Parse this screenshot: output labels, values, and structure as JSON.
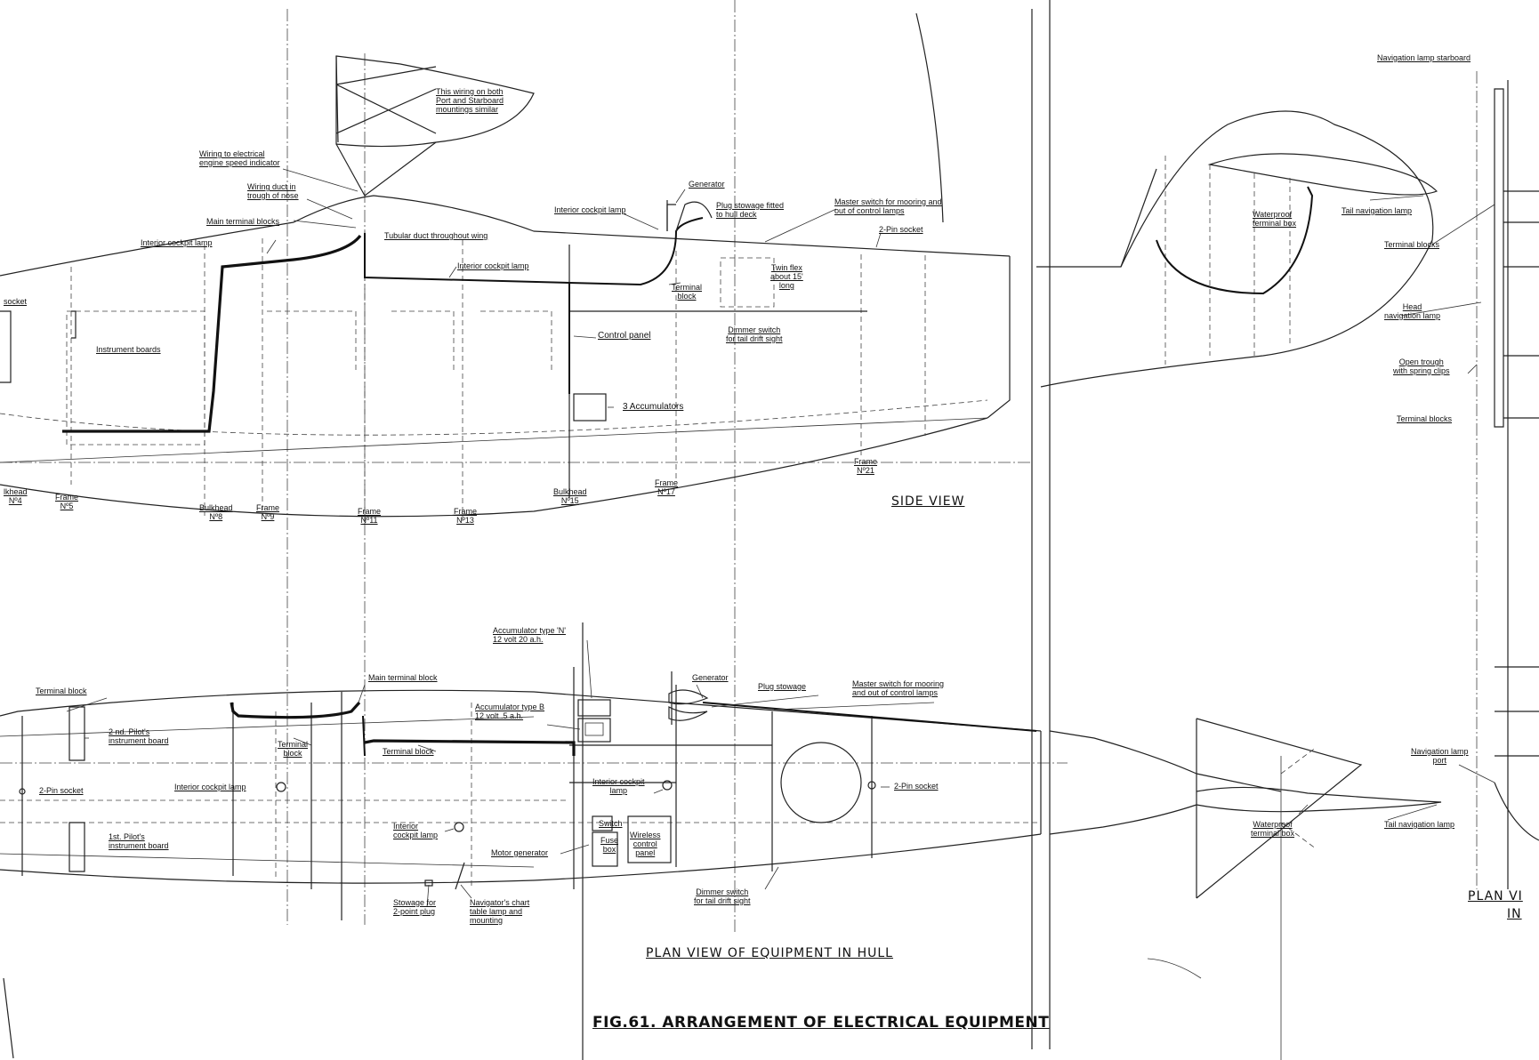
{
  "side_view": {
    "title": "SIDE VIEW",
    "labels": {
      "wiring_both_mountings": [
        "This wiring on both",
        "Port and Starboard",
        "mountings similar"
      ],
      "wiring_speed_indicator": [
        "Wiring to electrical",
        "engine speed indicator"
      ],
      "wiring_duct_nose": [
        "Wiring duct in",
        "trough of nose"
      ],
      "main_terminal_blocks": "Main terminal blocks",
      "interior_lamp_left": "Interior cockpit lamp",
      "tubular_duct": "Tubular duct throughout wing",
      "interior_lamp_mid": "Interior cockpit lamp",
      "socket_left": "socket",
      "instrument_boards": "Instrument boards",
      "generator": "Generator",
      "interior_lamp_right": "Interior cockpit lamp",
      "plug_stowage": [
        "Plug stowage fitted",
        "to hull deck"
      ],
      "master_switch": [
        "Master switch for mooring and",
        "out of control lamps"
      ],
      "two_pin_socket": "2-Pin socket",
      "terminal_block": [
        "Terminal",
        "block"
      ],
      "twin_flex": [
        "Twin flex",
        "about 15'",
        "long"
      ],
      "dimmer_switch": [
        "Dimmer switch",
        "for tail drift sight"
      ],
      "control_panel": "Control panel",
      "accumulators": "3 Accumulators"
    },
    "frames": [
      [
        "lkhead",
        "Nº4"
      ],
      [
        "Frame",
        "Nº5"
      ],
      [
        "Bulkhead",
        "Nº8"
      ],
      [
        "Frame",
        "Nº9"
      ],
      [
        "Frame",
        "Nº11"
      ],
      [
        "Frame",
        "Nº13"
      ],
      [
        "Bulkhead",
        "Nº15"
      ],
      [
        "Frame",
        "Nº17"
      ],
      [
        "Frame",
        "Nº21"
      ]
    ]
  },
  "tail_side": {
    "labels": {
      "nav_lamp_starboard": "Navigation lamp starboard",
      "waterproof_box": [
        "Waterproof",
        "terminal box"
      ],
      "tail_nav_lamp": "Tail navigation lamp",
      "terminal_blocks": "Terminal blocks",
      "head_nav_lamp": [
        "Head",
        "navigation lamp"
      ],
      "open_trough": [
        "Open trough",
        "with spring clips"
      ],
      "terminal_blocks_lower": "Terminal blocks"
    }
  },
  "plan_view": {
    "title": "PLAN VIEW OF EQUIPMENT IN HULL",
    "labels": {
      "acc_type_n": [
        "Accumulator type 'N'",
        "12 volt  20 a.h."
      ],
      "terminal_block_left": "Terminal block",
      "main_terminal_block": "Main terminal block",
      "generator": "Generator",
      "plug_stowage": "Plug stowage",
      "master_switch": [
        "Master switch for mooring",
        "and out of control lamps"
      ],
      "acc_type_b": [
        "Accumulator type B",
        "12 volt  .5 a.h."
      ],
      "second_pilot": [
        "2 nd. Pilot's",
        "instrument board"
      ],
      "terminal_block_mid": [
        "Terminal",
        "block"
      ],
      "terminal_block_long": "Terminal block",
      "two_pin_left": "2-Pin socket",
      "interior_lamp_a": "Interior cockpit lamp",
      "interior_lamp_b": [
        "Interior cockpit",
        "lamp"
      ],
      "two_pin_right": "2-Pin socket",
      "first_pilot": [
        "1st. Pilot's",
        "instrument board"
      ],
      "interior_lamp_c": [
        "Interior",
        "cockpit lamp"
      ],
      "switch": "Switch",
      "fuse_box": [
        "Fuse",
        "box"
      ],
      "wireless_panel": [
        "Wireless",
        "control",
        "panel"
      ],
      "motor_generator": "Motor generator",
      "stowage_plug": [
        "Stowage for",
        "2-point plug"
      ],
      "nav_chart_lamp": [
        "Navigator's chart",
        "table lamp and",
        "mounting"
      ],
      "dimmer_switch": [
        "Dimmer switch",
        "for tail drift sight"
      ]
    }
  },
  "tail_plan": {
    "labels": {
      "waterproof_box": [
        "Waterproof",
        "terminal box"
      ],
      "nav_lamp_port": [
        "Navigation lamp",
        "port"
      ],
      "tail_nav_lamp": "Tail navigation lamp",
      "plan_view_partial": [
        "PLAN VI",
        "IN"
      ]
    }
  },
  "figure_caption": "FIG.61. ARRANGEMENT OF ELECTRICAL EQUIPMENT"
}
